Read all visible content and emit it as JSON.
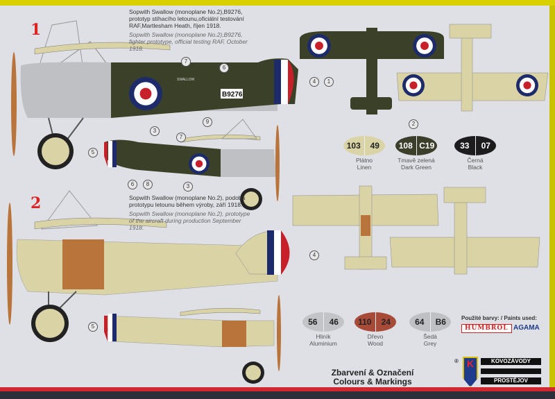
{
  "profile1": {
    "marker": "1",
    "text_cz": "Sopwith Swallow (monoplane No.2),B9276, prototyp stíhacího letounu,oficiální testování RAF,Martlesham Heath, říjen 1918.",
    "text_en": "Sopwith Swallow (monoplane No.2),B9276, fighter prototype, official testing RAF, October 1918.",
    "serial": "B9276",
    "name_small": "SWALLOW",
    "callouts": [
      "7",
      "6",
      "4",
      "1",
      "3",
      "9",
      "2",
      "7",
      "5",
      "6",
      "8",
      "3"
    ]
  },
  "profile2": {
    "marker": "2",
    "text_cz": "Sopwith Swallow (monoplane No.2), podoba prototypu letounu během výroby, září 1918.,",
    "text_en": "Sopwith Swallow (monoplane No.2), prototype of the aircraft during production September 1918.",
    "callouts": [
      "4",
      "5"
    ]
  },
  "colors": [
    {
      "humbrol": "103",
      "agama": "49",
      "cz": "Plátno",
      "en": "Linen",
      "hex": "#d9d3a6",
      "text": "#222"
    },
    {
      "humbrol": "108",
      "agama": "C19",
      "cz": "Tmavě zelená",
      "en": "Dark Green",
      "hex": "#3b3f2a",
      "text": "#fff"
    },
    {
      "humbrol": "33",
      "agama": "07",
      "cz": "Černá",
      "en": "Black",
      "hex": "#1c1c1e",
      "text": "#fff"
    },
    {
      "humbrol": "56",
      "agama": "46",
      "cz": "Hliník",
      "en": "Aluminium",
      "hex": "#c3c4c8",
      "text": "#222"
    },
    {
      "humbrol": "110",
      "agama": "24",
      "cz": "Dřevo",
      "en": "Wood",
      "hex": "#a84a38",
      "text": "#222"
    },
    {
      "humbrol": "64",
      "agama": "B6",
      "cz": "Šedá",
      "en": "Grey",
      "hex": "#bfc0c4",
      "text": "#222"
    }
  ],
  "paints": {
    "label": "Použité barvy: / Paints used:",
    "humbrol": "HUMBROL",
    "agama": "AGAMA"
  },
  "footer": {
    "title_cz": "Zbarvení & Označení",
    "title_en": "Colours & Markings",
    "brand_top": "KOVOZÁVODY",
    "brand_bottom": "PROSTĚJOV",
    "logo_letter": "K",
    "registered": "®"
  }
}
